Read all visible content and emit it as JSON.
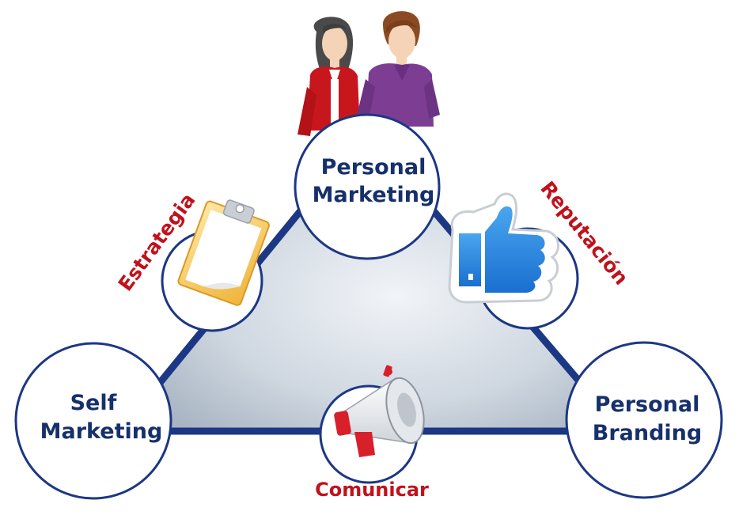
{
  "nodes": {
    "top": {
      "line1": "Personal",
      "line2": "Marketing"
    },
    "left": {
      "line1": "Self",
      "line2": "Marketing"
    },
    "right": {
      "line1": "Personal",
      "line2": "Branding"
    }
  },
  "edge_labels": {
    "left": "Estrategia",
    "right": "Reputación",
    "bottom": "Comunicar"
  },
  "icons": {
    "people": "people-icon",
    "clipboard": "clipboard-icon",
    "thumbs_up": "thumbs-up-icon",
    "megaphone": "megaphone-icon"
  },
  "colors": {
    "triangle_border": "#1c3784",
    "node_text": "#16306b",
    "label_text": "#c0121c"
  }
}
